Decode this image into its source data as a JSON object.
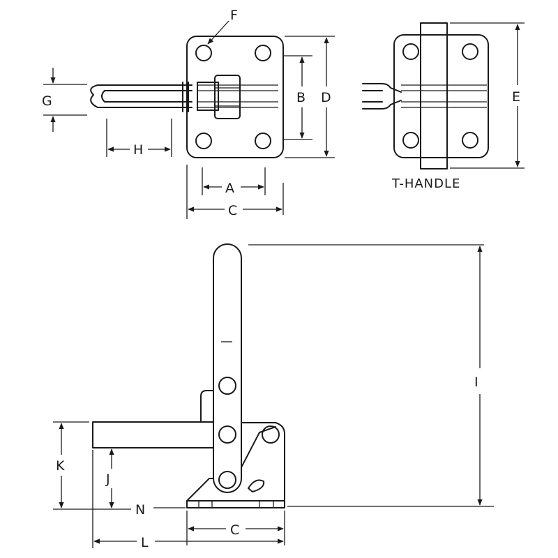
{
  "labels": {
    "F": "F",
    "G": "G",
    "H": "H",
    "A": "A",
    "B": "B",
    "C_top": "C",
    "D": "D",
    "E": "E",
    "t_handle": "T-HANDLE",
    "I": "I",
    "K": "K",
    "J": "J",
    "N": "N",
    "C_bottom": "C",
    "L": "L"
  }
}
